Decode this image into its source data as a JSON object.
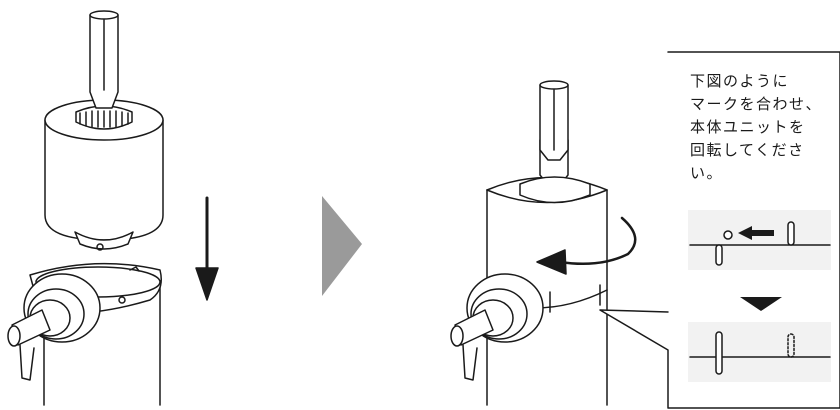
{
  "callout": {
    "lines": [
      "下図のように",
      "マークを合わせ、",
      "本体ユニットを",
      "回転してくださ",
      "い。"
    ]
  },
  "colors": {
    "line": "#1a1a1a",
    "fill": "#ffffff",
    "next_arrow": "#9a9a9a",
    "callout_panel": "#f2f2f2"
  },
  "icons": [
    "down-arrow-icon",
    "next-step-arrow-icon",
    "rotate-arrow-icon",
    "left-arrow-icon",
    "down-triangle-icon"
  ]
}
